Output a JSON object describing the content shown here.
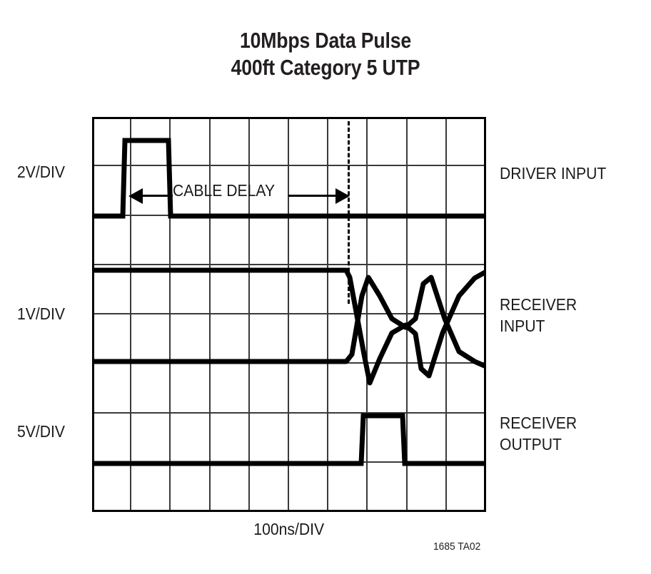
{
  "title": {
    "line1": "10Mbps Data Pulse",
    "line2": "400ft Category 5 UTP"
  },
  "axis": {
    "x_label": "100ns/DIV",
    "y_labels": [
      {
        "text": "2V/DIV"
      },
      {
        "text": "1V/DIV"
      },
      {
        "text": "5V/DIV"
      }
    ]
  },
  "trace_labels": [
    {
      "line1": "DRIVER INPUT",
      "line2": ""
    },
    {
      "line1": "RECEIVER",
      "line2": "INPUT"
    },
    {
      "line1": "RECEIVER",
      "line2": "OUTPUT"
    }
  ],
  "annotation": {
    "cable_delay": "CABLE DELAY"
  },
  "credit": "1685 TA02",
  "colors": {
    "trace": "#000000",
    "grid": "#3a3a3a",
    "frame": "#000000",
    "text": "#231f20",
    "background": "#ffffff"
  },
  "chart_data": {
    "type": "line",
    "title": "10Mbps Data Pulse / 400ft Category 5 UTP",
    "subtitle": "Oscilloscope capture: driver input, receiver input, receiver output",
    "xlabel": "100ns/DIV",
    "ylabel": "",
    "grid": true,
    "legend_position": "right",
    "x_divisions": 10,
    "y_divisions": 8,
    "x_units_per_div": "100ns",
    "xlim_div": [
      0,
      10
    ],
    "ylim_div": [
      0,
      8
    ],
    "series": [
      {
        "name": "DRIVER INPUT",
        "vertical_scale": "2V/DIV",
        "description": "Single positive pulse near the left of the sweep, flat low baseline before and after.",
        "points_div": [
          [
            0.0,
            6.0
          ],
          [
            0.78,
            6.0
          ],
          [
            0.83,
            7.55
          ],
          [
            1.95,
            7.55
          ],
          [
            2.0,
            6.0
          ],
          [
            10.0,
            6.0
          ]
        ],
        "pulse_start_div": 0.83,
        "pulse_end_div": 1.97,
        "low_level_div": 6.0,
        "high_level_div": 7.55
      },
      {
        "name": "RECEIVER INPUT (upper trace)",
        "vertical_scale": "1V/DIV",
        "description": "Starts high, falls after cable delay, then rises again forming an eye crossing.",
        "points_div": [
          [
            0.0,
            4.9
          ],
          [
            6.45,
            4.9
          ],
          [
            6.55,
            4.75
          ],
          [
            6.9,
            3.2
          ],
          [
            7.05,
            2.62
          ],
          [
            7.3,
            3.1
          ],
          [
            7.6,
            3.62
          ],
          [
            7.95,
            3.78
          ],
          [
            8.2,
            3.6
          ],
          [
            8.35,
            2.9
          ],
          [
            8.55,
            2.75
          ],
          [
            8.9,
            3.6
          ],
          [
            9.3,
            4.35
          ],
          [
            9.7,
            4.72
          ],
          [
            10.0,
            4.85
          ]
        ]
      },
      {
        "name": "RECEIVER INPUT (lower trace)",
        "vertical_scale": "1V/DIV",
        "description": "Starts low, rises after cable delay, crosses the falling trace, then falls again.",
        "points_div": [
          [
            0.0,
            3.05
          ],
          [
            6.45,
            3.05
          ],
          [
            6.6,
            3.2
          ],
          [
            6.85,
            4.35
          ],
          [
            7.0,
            4.72
          ],
          [
            7.3,
            4.35
          ],
          [
            7.6,
            3.9
          ],
          [
            7.95,
            3.72
          ],
          [
            8.2,
            3.9
          ],
          [
            8.4,
            4.6
          ],
          [
            8.6,
            4.72
          ],
          [
            8.95,
            3.9
          ],
          [
            9.3,
            3.25
          ],
          [
            9.7,
            3.05
          ],
          [
            10.0,
            2.95
          ]
        ]
      },
      {
        "name": "RECEIVER OUTPUT",
        "vertical_scale": "5V/DIV",
        "description": "Regenerated digital pulse, delayed relative to the driver input by the cable delay.",
        "points_div": [
          [
            0.0,
            0.98
          ],
          [
            6.83,
            0.98
          ],
          [
            6.88,
            1.95
          ],
          [
            7.88,
            1.95
          ],
          [
            7.93,
            0.98
          ],
          [
            10.0,
            0.98
          ]
        ],
        "pulse_start_div": 6.88,
        "pulse_end_div": 7.9,
        "low_level_div": 0.98,
        "high_level_div": 1.95
      }
    ],
    "annotations": [
      {
        "text": "CABLE DELAY",
        "type": "double-arrow",
        "from_div": 0.9,
        "to_div": 6.5,
        "y_div": 6.6
      },
      {
        "text": "",
        "type": "dashed-vertical-cursor",
        "x_div": 6.5,
        "y_from_div": 8.0,
        "y_to_div": 4.2
      }
    ]
  }
}
